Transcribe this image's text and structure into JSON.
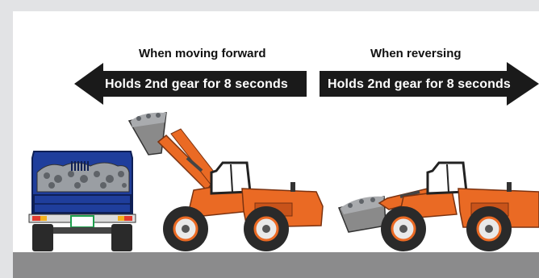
{
  "forward": {
    "caption": "When moving forward",
    "arrow_text": "Holds 2nd gear for 8 seconds"
  },
  "reverse": {
    "caption": "When reversing",
    "arrow_text": "Holds 2nd gear  for 8 seconds"
  },
  "colors": {
    "background": "#e2e3e5",
    "panel": "#ffffff",
    "ground": "#8b8b8c",
    "arrow": "#1a1a1a",
    "truck": "#1f3e9c",
    "loader": "#ea6a24",
    "tire": "#2a2a2a"
  },
  "icons": [
    "arrow-left-icon",
    "arrow-right-icon",
    "dump-truck-icon",
    "wheel-loader-raised-bucket-icon",
    "wheel-loader-lowered-bucket-icon"
  ]
}
